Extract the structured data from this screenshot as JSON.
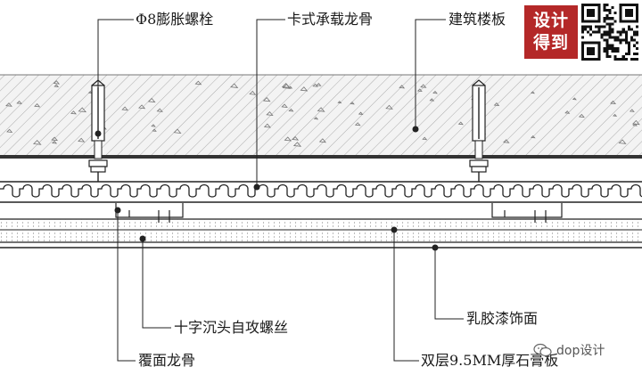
{
  "labels": {
    "bolt": "Φ8膨胀螺栓",
    "main_keel": "卡式承载龙骨",
    "slab": "建筑楼板",
    "screw": "十字沉头自攻螺丝",
    "cover_keel": "覆面龙骨",
    "paint": "乳胶漆饰面",
    "gypsum": "双层9.5MM厚石膏板"
  },
  "logo": {
    "line1": "设计",
    "line2": "得到",
    "color": "#b42828"
  },
  "watermark": {
    "text": "dop设计",
    "icon": "wechat-icon"
  },
  "qr": {
    "icon": "qr-code-icon"
  }
}
